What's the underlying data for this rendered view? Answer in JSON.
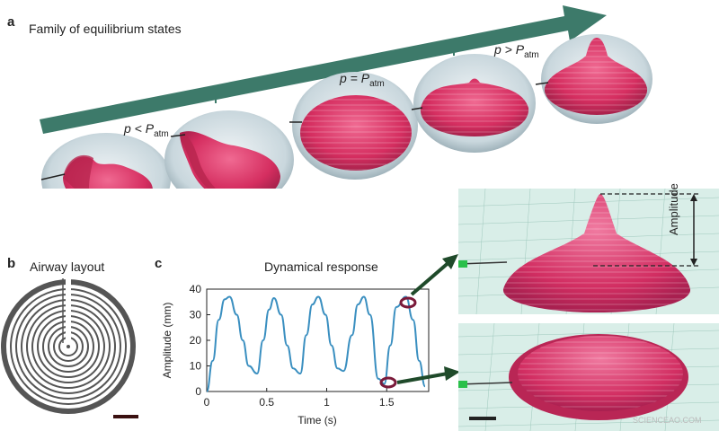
{
  "panel_a": {
    "letter": "a",
    "title": "Family of equilibrium states",
    "pressure_labels": [
      {
        "prefix": "p < P",
        "sub": "atm"
      },
      {
        "prefix": "p = P",
        "sub": "atm"
      },
      {
        "prefix": "p > P",
        "sub": "atm"
      }
    ]
  },
  "panel_b": {
    "letter": "b",
    "title": "Airway layout"
  },
  "panel_c": {
    "letter": "c",
    "title": "Dynamical response",
    "annotation": "Amplitude"
  },
  "watermark": "SCIENCEAO.COM",
  "colors": {
    "arrow": "#3d7a6a",
    "curve": "#3a8fc0",
    "membrane": "#e03a6a",
    "circle": "#7a1a3a",
    "scalebar": "#3a1010"
  },
  "chart_data": {
    "type": "line",
    "title": "Dynamical response",
    "xlabel": "Time (s)",
    "ylabel": "Amplitude (mm)",
    "xlim": [
      0,
      1.85
    ],
    "ylim": [
      0,
      40
    ],
    "xticks": [
      "0",
      "0.5",
      "1",
      "1.5"
    ],
    "yticks": [
      "0",
      "10",
      "20",
      "30",
      "40"
    ],
    "grid": false,
    "series": [
      {
        "x": [
          0,
          0.05,
          0.1,
          0.15,
          0.19,
          0.25,
          0.3,
          0.35,
          0.42,
          0.47,
          0.52,
          0.56,
          0.62,
          0.67,
          0.72,
          0.78,
          0.83,
          0.88,
          0.93,
          0.99,
          1.04,
          1.09,
          1.14,
          1.21,
          1.26,
          1.31,
          1.36,
          1.43,
          1.48,
          1.53,
          1.58,
          1.66,
          1.72,
          1.77,
          1.82
        ],
        "y": [
          0,
          12,
          28,
          36,
          37,
          30,
          20,
          10,
          7,
          20,
          32,
          36.5,
          30,
          18,
          9,
          7,
          22,
          34,
          37,
          30,
          18,
          9,
          8,
          22,
          34,
          37,
          30,
          5,
          3,
          18,
          33,
          37,
          28,
          12,
          2
        ]
      }
    ]
  }
}
